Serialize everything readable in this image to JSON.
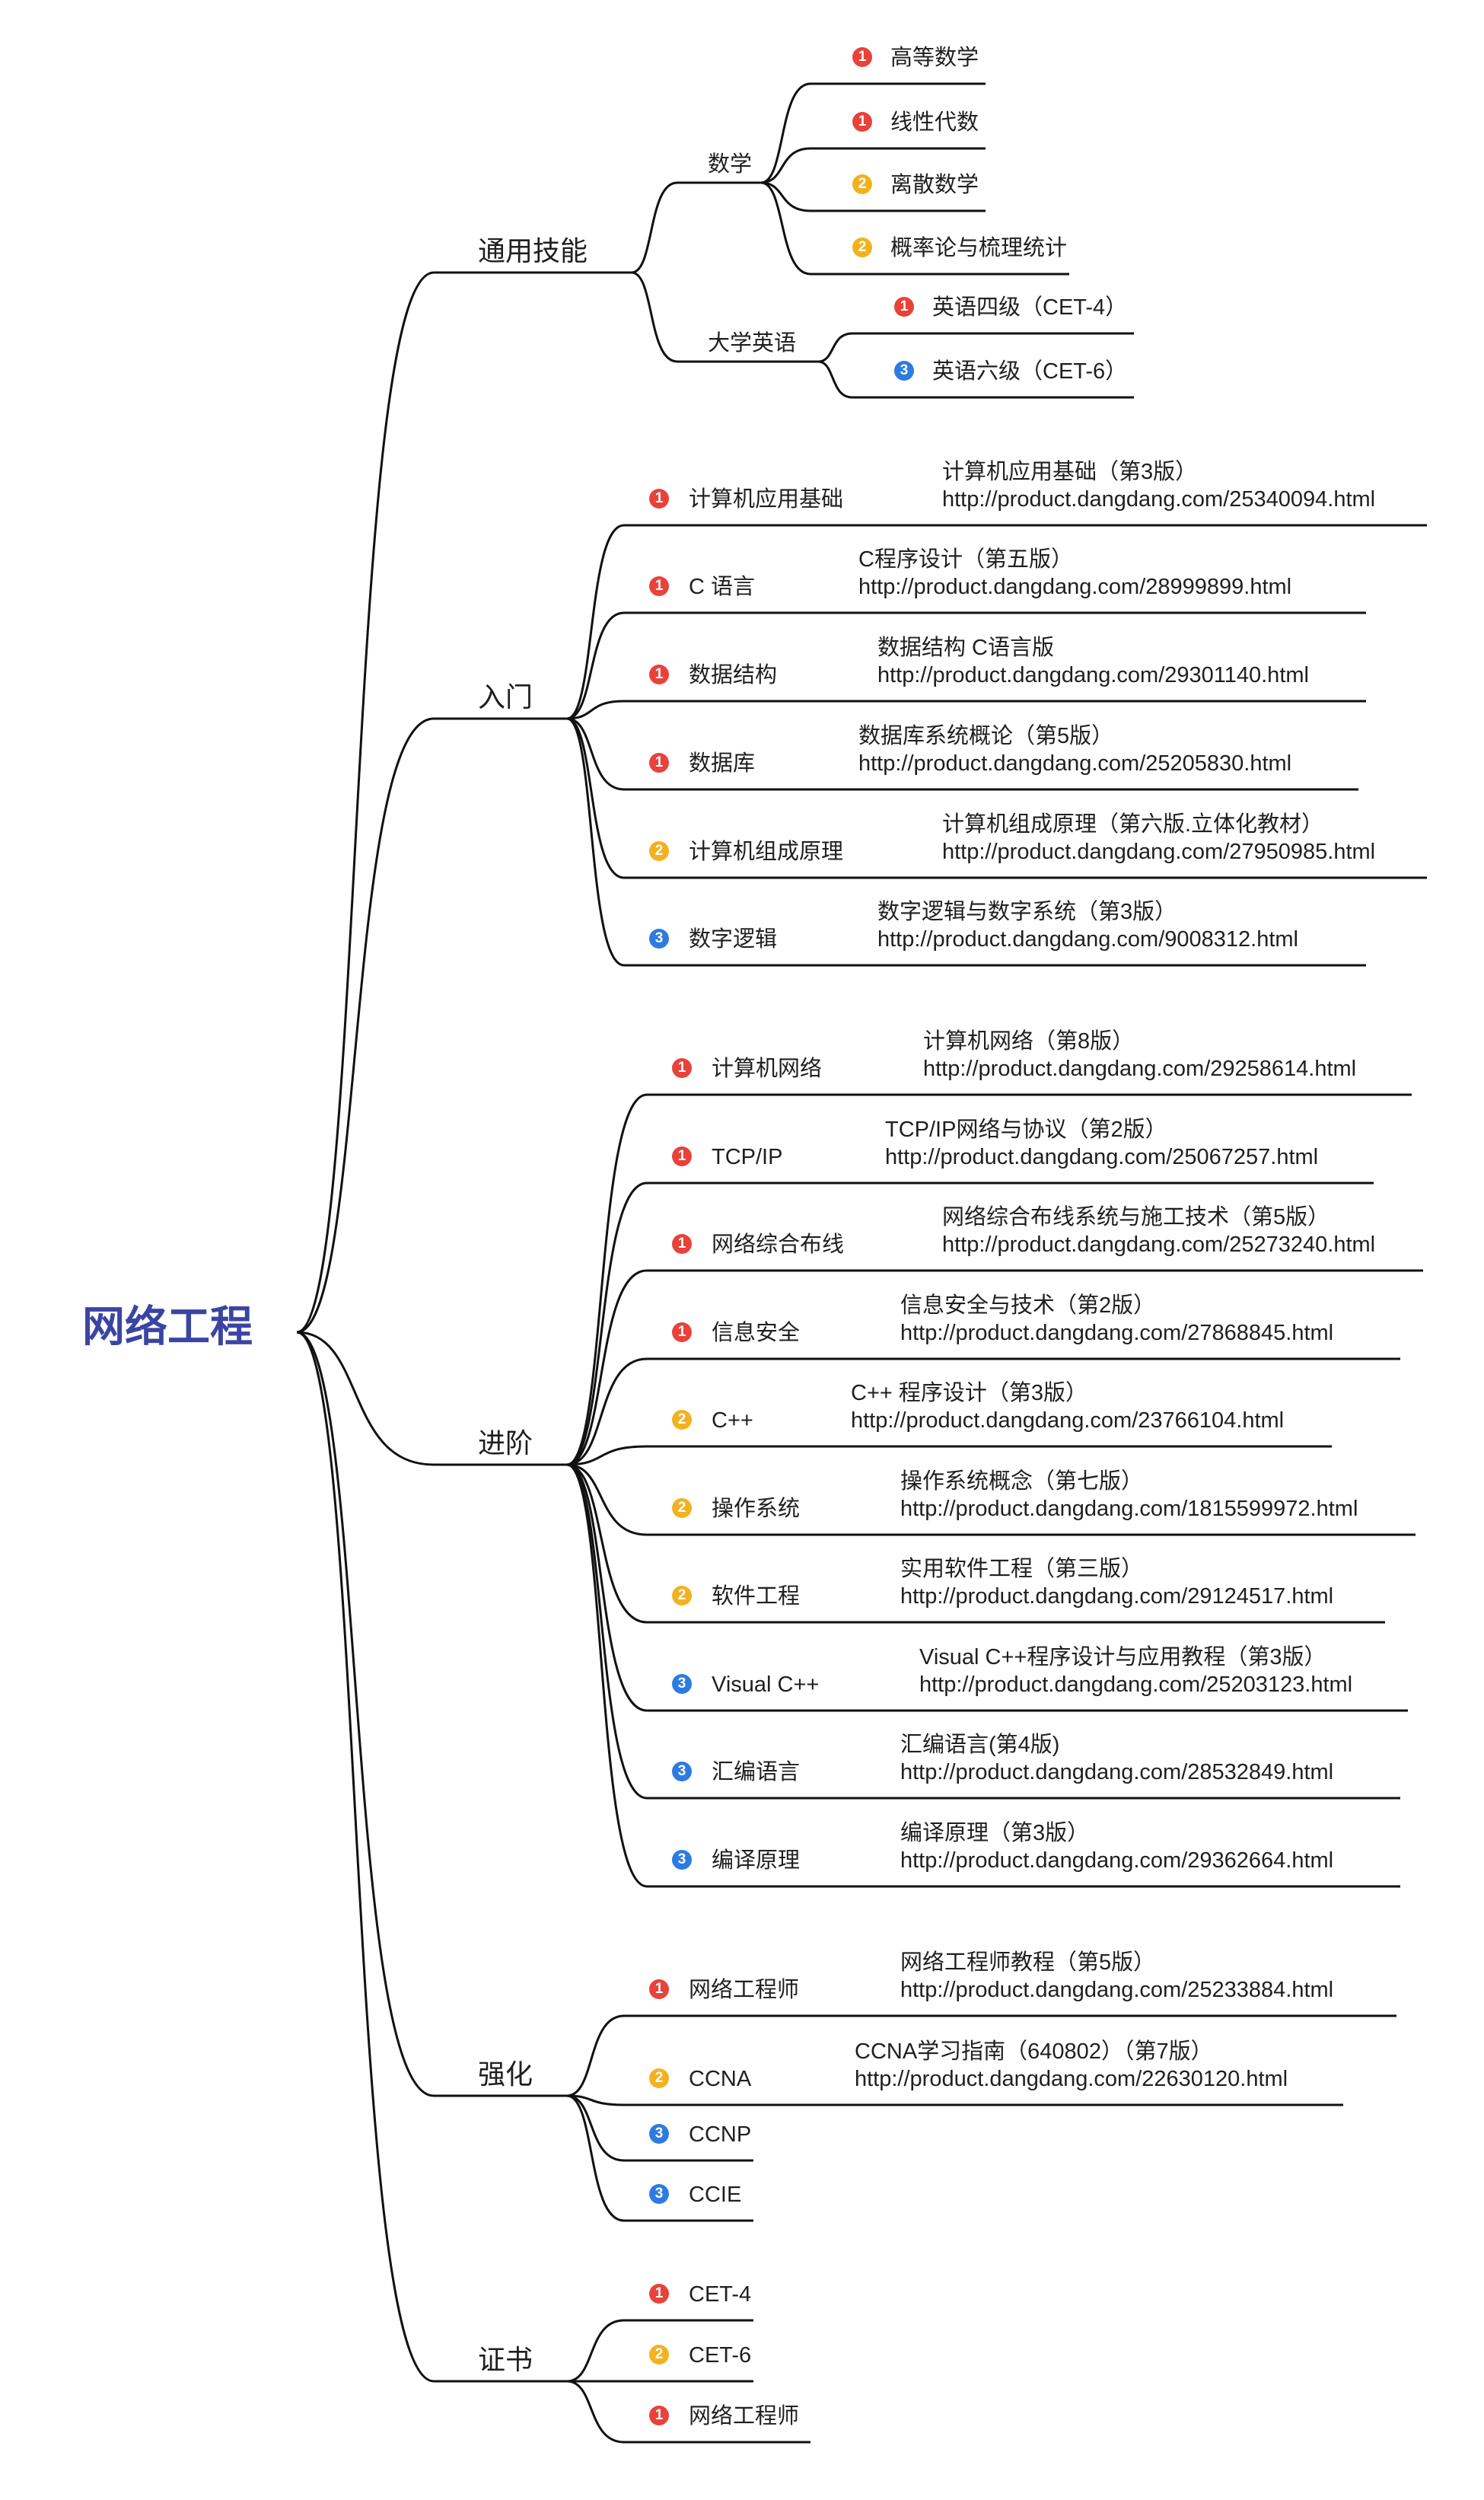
{
  "root": {
    "label": "网络工程"
  },
  "colors": {
    "root_text": "#3a45a3",
    "line": "#111111",
    "priority_1": "#e8423a",
    "priority_2": "#f2b220",
    "priority_3": "#2d7be0"
  },
  "branches": [
    {
      "label": "通用技能",
      "children": [
        {
          "label": "数学",
          "children": [
            {
              "priority": 1,
              "label": "高等数学"
            },
            {
              "priority": 1,
              "label": "线性代数"
            },
            {
              "priority": 2,
              "label": "离散数学"
            },
            {
              "priority": 2,
              "label": "概率论与梳理统计"
            }
          ]
        },
        {
          "label": "大学英语",
          "children": [
            {
              "priority": 1,
              "label": "英语四级（CET-4）"
            },
            {
              "priority": 3,
              "label": "英语六级（CET-6）"
            }
          ]
        }
      ]
    },
    {
      "label": "入门",
      "children": [
        {
          "priority": 1,
          "label": "计算机应用基础",
          "book": "计算机应用基础（第3版）",
          "url": "http://product.dangdang.com/25340094.html"
        },
        {
          "priority": 1,
          "label": "C 语言",
          "book": "C程序设计（第五版）",
          "url": "http://product.dangdang.com/28999899.html"
        },
        {
          "priority": 1,
          "label": "数据结构",
          "book": "数据结构 C语言版",
          "url": "http://product.dangdang.com/29301140.html"
        },
        {
          "priority": 1,
          "label": "数据库",
          "book": "数据库系统概论（第5版）",
          "url": "http://product.dangdang.com/25205830.html"
        },
        {
          "priority": 2,
          "label": "计算机组成原理",
          "book": "计算机组成原理（第六版.立体化教材）",
          "url": "http://product.dangdang.com/27950985.html"
        },
        {
          "priority": 3,
          "label": "数字逻辑",
          "book": "数字逻辑与数字系统（第3版）",
          "url": "http://product.dangdang.com/9008312.html"
        }
      ]
    },
    {
      "label": "进阶",
      "children": [
        {
          "priority": 1,
          "label": "计算机网络",
          "book": "计算机网络（第8版）",
          "url": "http://product.dangdang.com/29258614.html"
        },
        {
          "priority": 1,
          "label": "TCP/IP",
          "book": "TCP/IP网络与协议（第2版）",
          "url": "http://product.dangdang.com/25067257.html"
        },
        {
          "priority": 1,
          "label": "网络综合布线",
          "book": "网络综合布线系统与施工技术（第5版）",
          "url": "http://product.dangdang.com/25273240.html"
        },
        {
          "priority": 1,
          "label": "信息安全",
          "book": "信息安全与技术（第2版）",
          "url": "http://product.dangdang.com/27868845.html"
        },
        {
          "priority": 2,
          "label": "C++",
          "book": "C++ 程序设计（第3版）",
          "url": "http://product.dangdang.com/23766104.html"
        },
        {
          "priority": 2,
          "label": "操作系统",
          "book": "操作系统概念（第七版）",
          "url": "http://product.dangdang.com/1815599972.html"
        },
        {
          "priority": 2,
          "label": "软件工程",
          "book": "实用软件工程（第三版）",
          "url": "http://product.dangdang.com/29124517.html"
        },
        {
          "priority": 3,
          "label": "Visual C++",
          "book": "Visual C++程序设计与应用教程（第3版）",
          "url": "http://product.dangdang.com/25203123.html"
        },
        {
          "priority": 3,
          "label": "汇编语言",
          "book": "汇编语言(第4版)",
          "url": "http://product.dangdang.com/28532849.html"
        },
        {
          "priority": 3,
          "label": "编译原理",
          "book": "编译原理（第3版）",
          "url": "http://product.dangdang.com/29362664.html"
        }
      ]
    },
    {
      "label": "强化",
      "children": [
        {
          "priority": 1,
          "label": "网络工程师",
          "book": "网络工程师教程（第5版）",
          "url": "http://product.dangdang.com/25233884.html"
        },
        {
          "priority": 2,
          "label": "CCNA",
          "book": "CCNA学习指南（640802）（第7版）",
          "url": "http://product.dangdang.com/22630120.html"
        },
        {
          "priority": 3,
          "label": "CCNP"
        },
        {
          "priority": 3,
          "label": "CCIE"
        }
      ]
    },
    {
      "label": "证书",
      "children": [
        {
          "priority": 1,
          "label": "CET-4"
        },
        {
          "priority": 2,
          "label": "CET-6"
        },
        {
          "priority": 1,
          "label": "网络工程师"
        }
      ]
    }
  ]
}
